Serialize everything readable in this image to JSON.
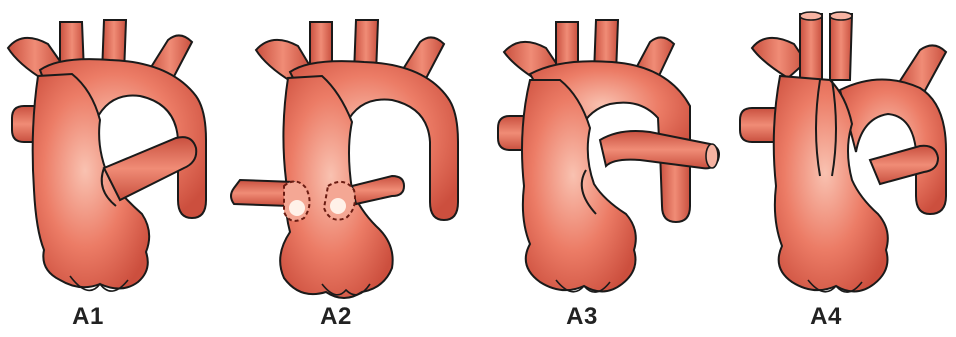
{
  "panels": [
    {
      "label": "A1",
      "variant": "standard-arch-with-crossing-branch"
    },
    {
      "label": "A2",
      "variant": "arch-with-two-dashed-ostia"
    },
    {
      "label": "A3",
      "variant": "arch-with-long-descending-branch"
    },
    {
      "label": "A4",
      "variant": "split-trunk-with-fused-vessels"
    }
  ],
  "colors": {
    "vessel_fill": "#e8755f",
    "vessel_light": "#f6b3a2",
    "vessel_dark": "#c8493a",
    "outline": "#1a1a1a",
    "dashed_outline": "#6b1c12"
  },
  "icons": [
    "heart-aorta-illustration"
  ]
}
